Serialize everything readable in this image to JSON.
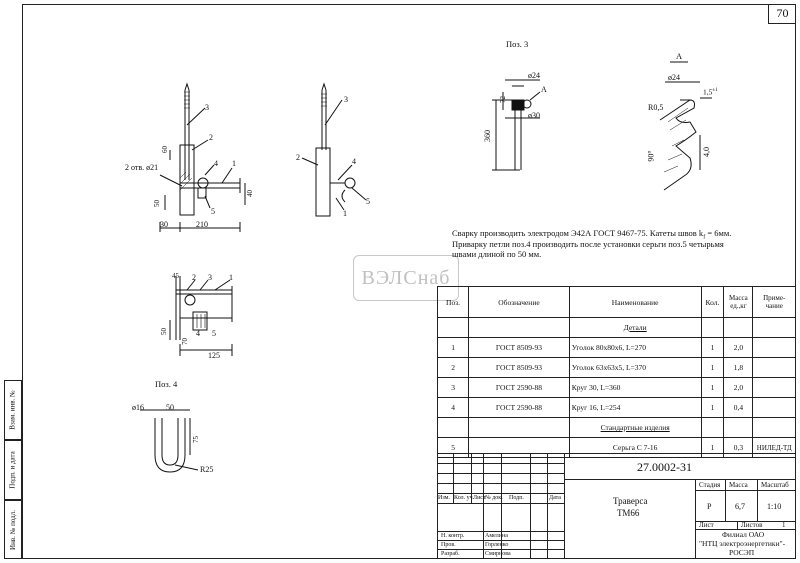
{
  "page_number": "70",
  "watermark": "ВЭЛСнаб",
  "side_labels": {
    "vzam": "Взам. инв. №",
    "podp": "Подп. и дата",
    "inv": "Инв. № подл."
  },
  "pos3": {
    "title": "Поз. 3",
    "d24": "ø24",
    "d30": "ø30",
    "h72": "72",
    "h360": "360",
    "view_a": "A",
    "detail_a": "A",
    "detail_d24": "ø24",
    "detail_15": "1,5",
    "detail_15_sup": "±1",
    "detail_r05": "R0,5",
    "detail_90": "90°",
    "detail_40": "4,0"
  },
  "pos4": {
    "title": "Поз. 4",
    "d16": "ø16",
    "w50": "50",
    "h75": "75",
    "r25": "R25"
  },
  "assembly": {
    "holes": "2 отв. ø21",
    "d60": "60",
    "d50": "50",
    "d30": "30",
    "d210": "210",
    "d40": "40",
    "d125": "125",
    "d45": "45",
    "d50b": "50",
    "d70": "70",
    "labels": [
      "1",
      "2",
      "3",
      "4",
      "5"
    ]
  },
  "notes": {
    "line1": "Сварку производить электродом Э42А ГОСТ 9467-75.  Катеты швов k",
    "line1_sub": "f",
    "line1_end": " = 6мм.",
    "line2": "Приварку петли поз.4 производить после установки серьги поз.5 четырьмя",
    "line3": "швами длиной по 50 мм."
  },
  "spec": {
    "headers": {
      "pos": "Поз.",
      "designation": "Обозначение",
      "name": "Наименование",
      "qty": "Кол.",
      "mass": "Масса ед.,кг",
      "note": "Приме-чание"
    },
    "section_details": "Детали",
    "section_standard": "Стандартные изделия",
    "rows": [
      {
        "pos": "1",
        "designation": "ГОСТ 8509-93",
        "name": "Уголок 80х80х6, L=270",
        "qty": "1",
        "mass": "2,0",
        "note": ""
      },
      {
        "pos": "2",
        "designation": "ГОСТ 8509-93",
        "name": "Уголок 63х63х5,  L=370",
        "qty": "1",
        "mass": "1,8",
        "note": ""
      },
      {
        "pos": "3",
        "designation": "ГОСТ 2590-88",
        "name": "Круг 30, L=360",
        "qty": "1",
        "mass": "2,0",
        "note": ""
      },
      {
        "pos": "4",
        "designation": "ГОСТ 2590-88",
        "name": "Круг 16, L=254",
        "qty": "1",
        "mass": "0,4",
        "note": ""
      }
    ],
    "std_row": {
      "pos": "5",
      "designation": "",
      "name": "Серьга С 7-16",
      "qty": "1",
      "mass": "0,3",
      "note": "НИЛЕД-ТД"
    }
  },
  "title_block": {
    "doc_number": "27.0002-31",
    "name_line1": "Траверса",
    "name_line2": "ТМ66",
    "stage_label": "Стадия",
    "mass_label": "Масса",
    "scale_label": "Масштаб",
    "stage": "Р",
    "mass": "6,7",
    "scale": "1:10",
    "sheet_label": "Лист",
    "sheets_label": "Листов",
    "sheets": "1",
    "org_line1": "Филиал ОАО",
    "org_line2": "\"НТЦ электроэнергетики\"-",
    "org_line3": "РОСЭП",
    "cols": [
      "Изм.",
      "Кол. уч.",
      "Лист",
      "№ док.",
      "Подп.",
      "Дата"
    ],
    "roles": [
      "Н. контр.",
      "Пров.",
      "Разраб."
    ],
    "names": [
      "Амелина",
      "Горленко",
      "Смирнова"
    ]
  }
}
